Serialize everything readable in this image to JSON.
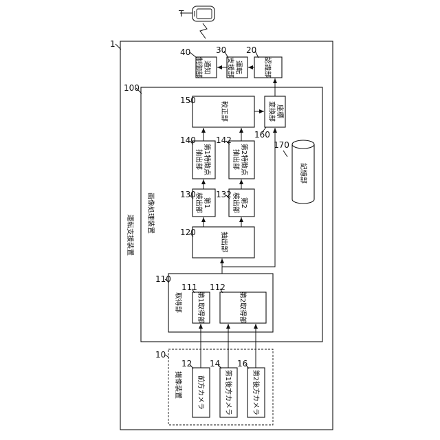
{
  "labels": {
    "phone_ref": "T",
    "system_ref": "1",
    "system_name": "運転支援装置",
    "n40": "40",
    "t40a": "通知",
    "t40b": "制御部",
    "n30": "30",
    "t30a": "運転",
    "t30b": "支援部",
    "n20": "20",
    "t20": "認識部",
    "n100": "100",
    "t100": "画像処理装置",
    "n150": "150",
    "t150": "較正部",
    "n160": "160",
    "t160a": "座標",
    "t160b": "変換部",
    "n140": "140",
    "t140a": "第1特徴点",
    "t140b": "抽出部",
    "n142": "142",
    "t142a": "第2特徴点",
    "t142b": "抽出部",
    "n170": "170",
    "t170": "記憶部",
    "n130": "130",
    "t130a": "第1",
    "t130b": "検出部",
    "n132": "132",
    "t132a": "第2",
    "t132b": "検出部",
    "n120": "120",
    "t120": "抽出部",
    "n110": "110",
    "t110": "取得部",
    "n111": "111",
    "t111": "第1取得部",
    "n112": "112",
    "t112": "第2取得部",
    "n10": "10",
    "t10": "撮像装置",
    "n12": "12",
    "t12": "前方カメラ",
    "n14": "14",
    "t14": "第1後方カメラ",
    "n16": "16",
    "t16": "第2後方カメラ"
  }
}
